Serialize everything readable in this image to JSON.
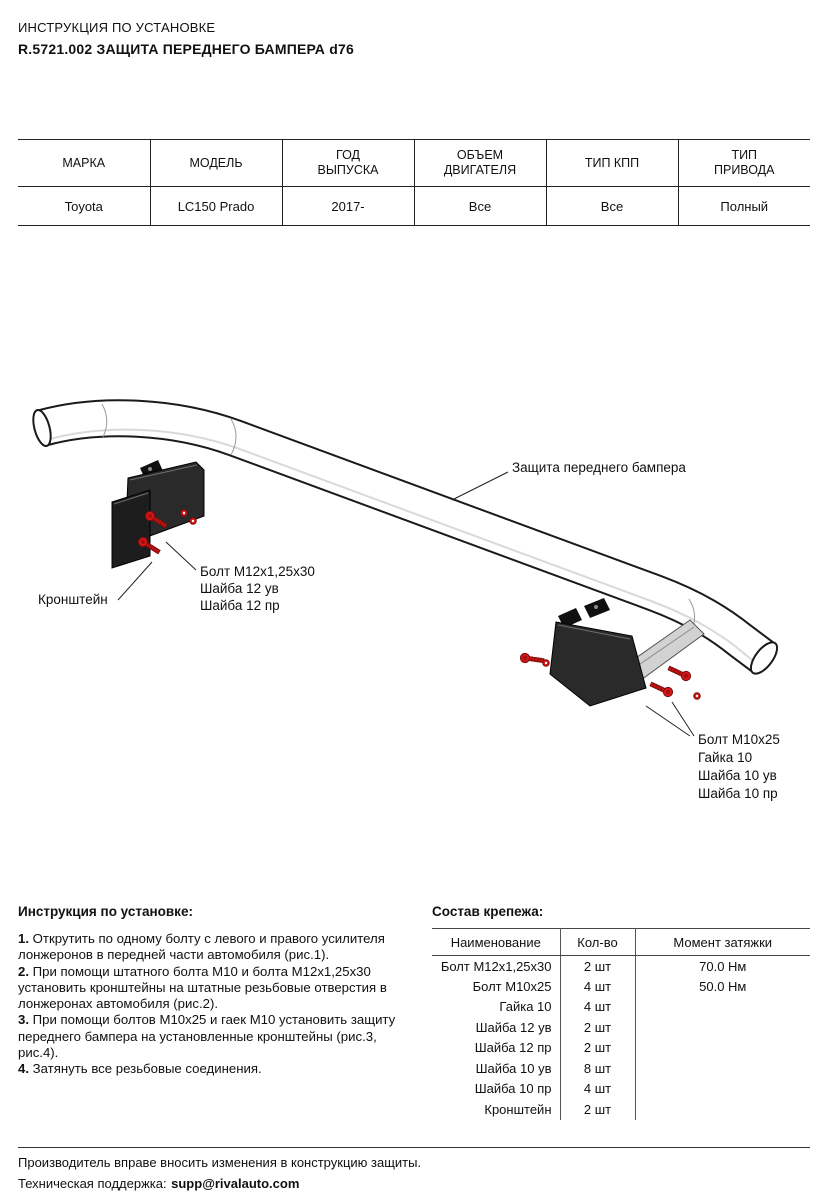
{
  "header": {
    "line1": "ИНСТРУКЦИЯ ПО УСТАНОВКЕ",
    "line2": "R.5721.002 ЗАЩИТА ПЕРЕДНЕГО БАМПЕРА d76"
  },
  "vehicle_table": {
    "headers": [
      "МАРКА",
      "МОДЕЛЬ",
      "ГОД\nВЫПУСКА",
      "ОБЪЕМ\nДВИГАТЕЛЯ",
      "ТИП КПП",
      "ТИП\nПРИВОДА"
    ],
    "row": [
      "Toyota",
      "LC150 Prado",
      "2017-",
      "Все",
      "Все",
      "Полный"
    ]
  },
  "diagram": {
    "guard_label": "Защита переднего бампера",
    "bracket_label": "Кронштейн",
    "bolt_m12_label": [
      "Болт М12х1,25х30",
      "Шайба 12 ув",
      "Шайба 12 пр"
    ],
    "bolt_m10_label": [
      "Болт М10х25",
      "Гайка 10",
      "Шайба 10 ув",
      "Шайба 10 пр"
    ]
  },
  "instructions": {
    "title": "Инструкция по установке:",
    "steps": [
      {
        "num": "1.",
        "text": "Открутить по одному болту с левого и правого усилителя лонжеронов в передней части автомобиля (рис.1)."
      },
      {
        "num": "2.",
        "text": "При помощи штатного болта М10 и болта М12х1,25х30 установить кронштейны на штатные резьбовые отверстия в лонжеронах автомобиля (рис.2)."
      },
      {
        "num": "3.",
        "text": "При помощи болтов М10х25 и гаек М10 установить защиту переднего бампера на установленные кронштейны (рис.3, рис.4)."
      },
      {
        "num": "4.",
        "text": "Затянуть все резьбовые соединения."
      }
    ]
  },
  "hardware": {
    "title": "Состав крепежа:",
    "headers": [
      "Наименование",
      "Кол-во",
      "Момент затяжки"
    ],
    "rows": [
      [
        "Болт М12х1,25х30",
        "2 шт",
        "70.0 Нм"
      ],
      [
        "Болт М10х25",
        "4 шт",
        "50.0 Нм"
      ],
      [
        "Гайка 10",
        "4 шт",
        ""
      ],
      [
        "Шайба 12 ув",
        "2 шт",
        ""
      ],
      [
        "Шайба 12 пр",
        "2 шт",
        ""
      ],
      [
        "Шайба 10 ув",
        "8 шт",
        ""
      ],
      [
        "Шайба 10 пр",
        "4 шт",
        ""
      ],
      [
        "Кронштейн",
        "2 шт",
        ""
      ]
    ]
  },
  "footer": {
    "line1": "Производитель вправе вносить изменения в конструкцию защиты.",
    "line2_label": "Техническая поддержка:",
    "line2_email": "supp@rivalauto.com"
  }
}
